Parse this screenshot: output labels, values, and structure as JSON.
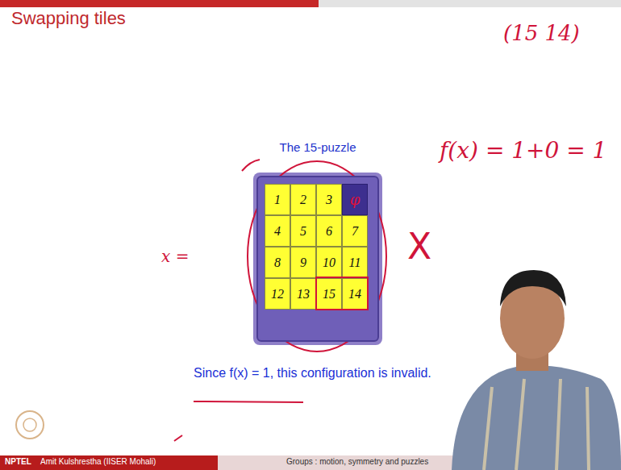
{
  "diagram": {
    "title": "Swapping tiles",
    "nodes": [
      {
        "text": [
          "The 15-puzzle"
        ]
      },
      {
        "text": [
          "1"
        ],
        "in": 0
      },
      {
        "text": [
          "2"
        ],
        "in": 0
      },
      {
        "text": [
          "3"
        ],
        "in": 0
      },
      {
        "text": [
          "φ"
        ],
        "in": 0
      },
      {
        "text": [
          "4"
        ],
        "in": 0
      },
      {
        "text": [
          "5"
        ],
        "in": 0
      },
      {
        "text": [
          "6"
        ],
        "in": 0
      },
      {
        "text": [
          "7"
        ],
        "in": 0
      },
      {
        "text": [
          "8"
        ],
        "in": 0
      },
      {
        "text": [
          "9"
        ],
        "in": 0
      },
      {
        "text": [
          "10"
        ],
        "in": 0
      },
      {
        "text": [
          "11"
        ],
        "in": 0
      },
      {
        "text": [
          "12"
        ],
        "in": 0
      },
      {
        "text": [
          "13"
        ],
        "in": 0
      },
      {
        "text": [
          "15"
        ],
        "in": 0
      },
      {
        "text": [
          "14"
        ],
        "in": 0
      }
    ],
    "labels": [
      "(15 14)",
      "f(x) = 1+0 = 1",
      "x =",
      "X",
      "Since f(x) = 1, this configuration is invalid.",
      "NPTEL",
      "Amit Kulshrestha (IISER Mohali)",
      "Groups : motion, symmetry and puzzles"
    ]
  }
}
